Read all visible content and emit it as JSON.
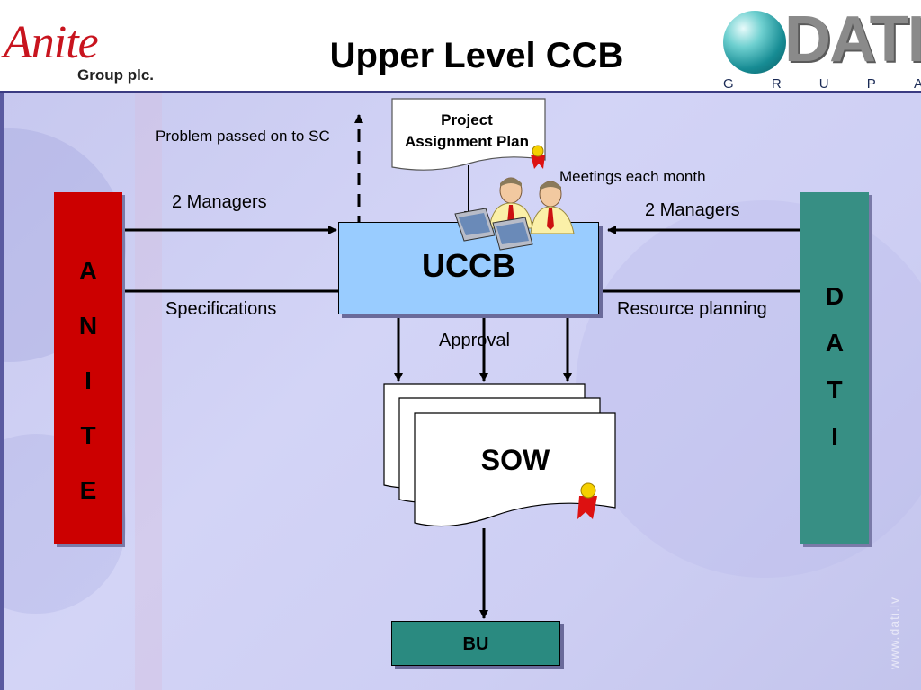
{
  "header": {
    "title": "Upper Level CCB",
    "anite_logo": {
      "word": "Anite",
      "subtitle": "Group plc."
    },
    "dati_logo": {
      "word": "DATI",
      "subtitle_letters": [
        "G",
        "R",
        "U",
        "P",
        "A"
      ]
    }
  },
  "diagram": {
    "anite_panel": {
      "letters": [
        "A",
        "N",
        "I",
        "T",
        "E"
      ],
      "color": "#cc0000"
    },
    "dati_panel": {
      "letters": [
        "D",
        "A",
        "T",
        "I"
      ],
      "color": "#378f84"
    },
    "uccb": {
      "label": "UCCB",
      "color": "#99ccff"
    },
    "sow": {
      "label": "SOW"
    },
    "bu": {
      "label": "BU",
      "color": "#2a8a80"
    },
    "project_assignment_plan": {
      "line1": "Project",
      "line2": "Assignment Plan"
    },
    "labels": {
      "problem_passed": "Problem passed on to SC",
      "meetings": "Meetings each month",
      "managers_left": "2 Managers",
      "managers_right": "2 Managers",
      "specifications": "Specifications",
      "resource_planning": "Resource planning",
      "approval": "Approval"
    }
  },
  "footer": {
    "watermark": "www.dati.lv"
  }
}
